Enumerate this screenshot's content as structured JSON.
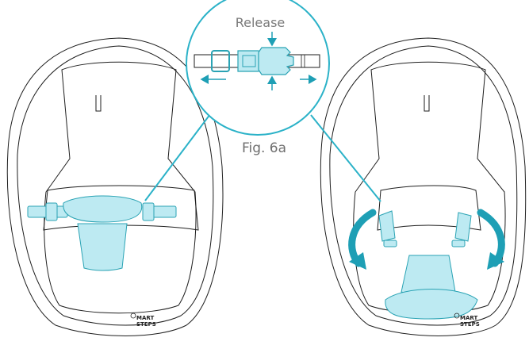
{
  "labels": {
    "release": "Release",
    "figure": "Fig. 6a"
  },
  "logo": {
    "text_line1": "MART",
    "text_line2": "STEPS"
  },
  "colors": {
    "harness_fill": "#bdeaf2",
    "harness_stroke": "#2aa3b4",
    "arrow": "#1e9fb5",
    "connector_line": "#2bb2c8",
    "line_art": "#1e1e1e"
  }
}
